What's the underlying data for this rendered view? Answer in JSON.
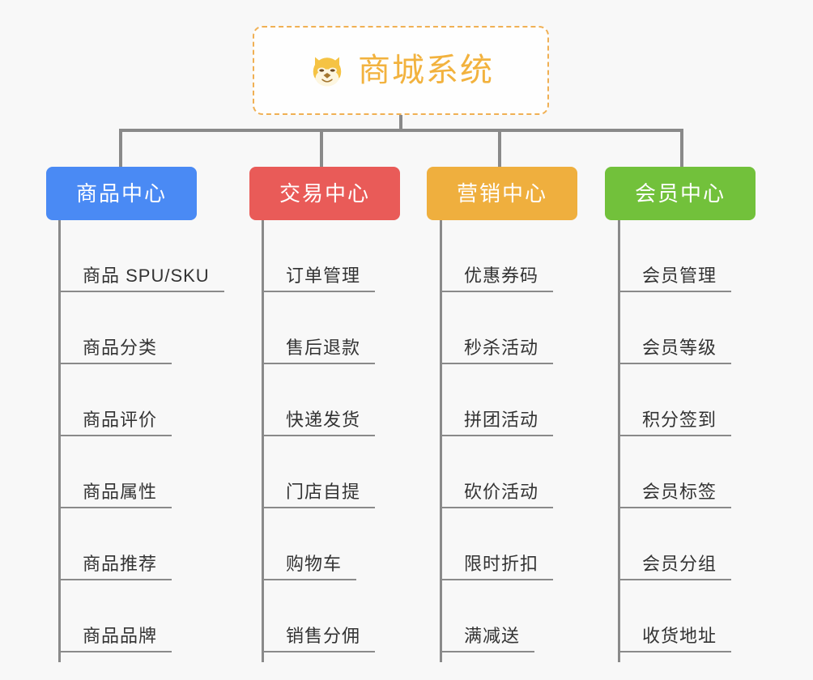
{
  "canvas": {
    "background": "#f8f8f8",
    "line_color": "#8a8a8a"
  },
  "root": {
    "title": "商城系统",
    "icon": "dog-face-icon",
    "text_color": "#f2b23e",
    "border_color": "#f0b054"
  },
  "branches": [
    {
      "title": "商品中心",
      "color": "#4a8af4",
      "items": [
        "商品 SPU/SKU",
        "商品分类",
        "商品评价",
        "商品属性",
        "商品推荐",
        "商品品牌"
      ]
    },
    {
      "title": "交易中心",
      "color": "#e95b58",
      "items": [
        "订单管理",
        "售后退款",
        "快递发货",
        "门店自提",
        "购物车",
        "销售分佣"
      ]
    },
    {
      "title": "营销中心",
      "color": "#efaf3e",
      "items": [
        "优惠券码",
        "秒杀活动",
        "拼团活动",
        "砍价活动",
        "限时折扣",
        "满减送"
      ]
    },
    {
      "title": "会员中心",
      "color": "#72c13b",
      "items": [
        "会员管理",
        "会员等级",
        "积分签到",
        "会员标签",
        "会员分组",
        "收货地址"
      ]
    }
  ]
}
